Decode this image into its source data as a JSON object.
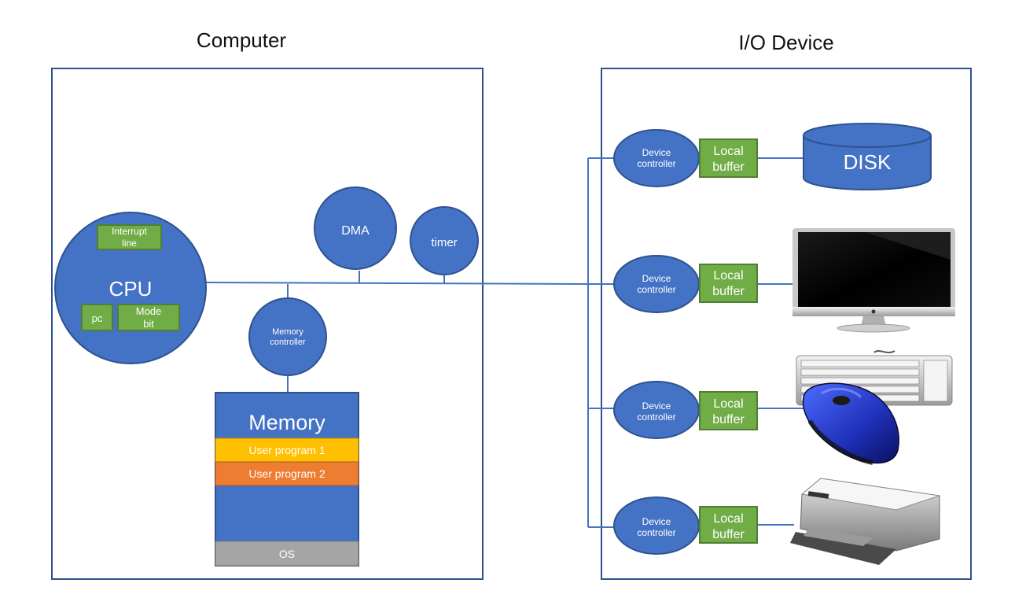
{
  "titles": {
    "computer": "Computer",
    "io": "I/O Device"
  },
  "colors": {
    "blue": "#4472c4",
    "blue_stroke": "#2f528f",
    "green": "#70ad47",
    "green_stroke": "#507e32",
    "yellow": "#ffc000",
    "orange": "#ed7d31",
    "gray": "#a5a5a5",
    "line": "#4472c4",
    "frame": "#2f528f"
  },
  "cpu": {
    "label": "CPU",
    "interrupt_line": [
      "Interrupt",
      "line"
    ],
    "pc": "pc",
    "mode_bit": [
      "Mode",
      "bit"
    ]
  },
  "dma": "DMA",
  "timer": "timer",
  "memory_controller": [
    "Memory",
    "controller"
  ],
  "memory": {
    "label": "Memory",
    "segments": [
      "User program 1",
      "User program 2",
      "OS"
    ]
  },
  "devices": [
    {
      "controller": [
        "Device",
        "controller"
      ],
      "buffer": [
        "Local",
        "buffer"
      ],
      "device": "DISK",
      "icon": "disk-icon"
    },
    {
      "controller": [
        "Device",
        "controller"
      ],
      "buffer": [
        "Local",
        "buffer"
      ],
      "device": "",
      "icon": "monitor-icon"
    },
    {
      "controller": [
        "Device",
        "controller"
      ],
      "buffer": [
        "Local",
        "buffer"
      ],
      "device": "",
      "icon": "keyboard-mouse-icon"
    },
    {
      "controller": [
        "Device",
        "controller"
      ],
      "buffer": [
        "Local",
        "buffer"
      ],
      "device": "",
      "icon": "printer-icon"
    }
  ]
}
